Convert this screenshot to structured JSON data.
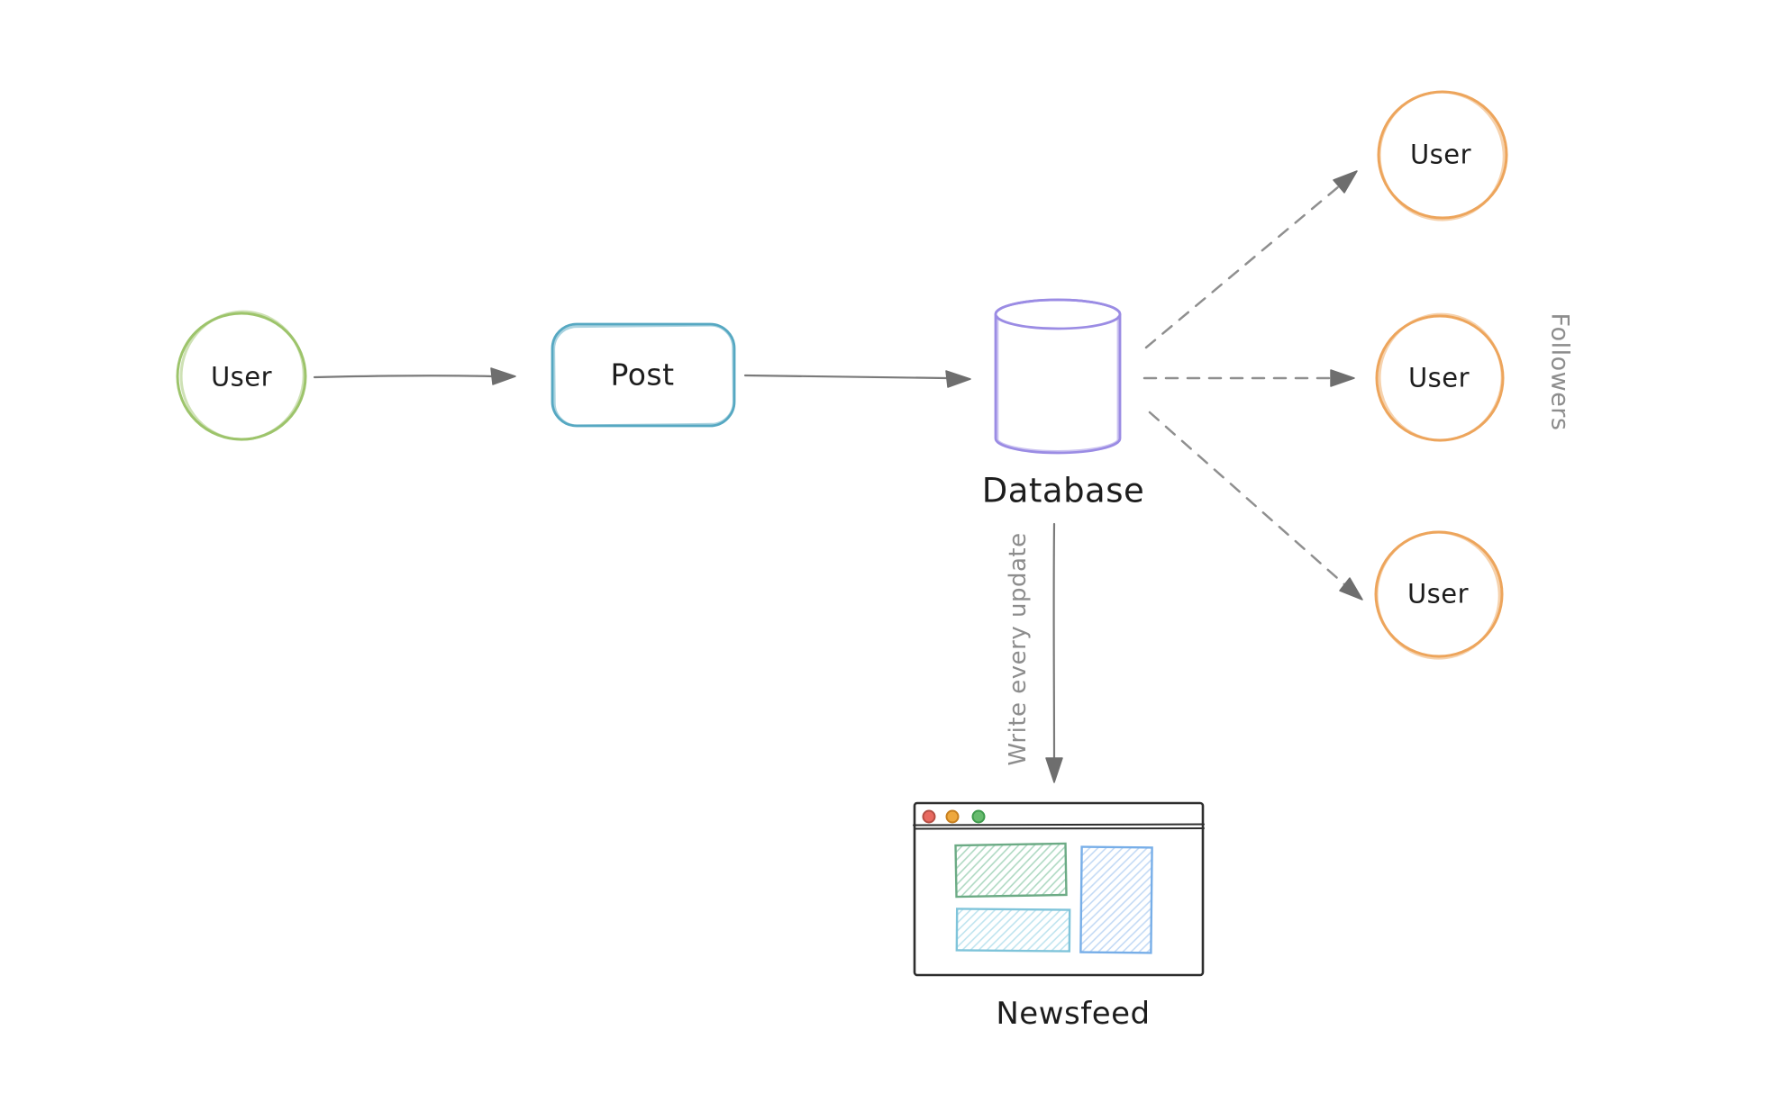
{
  "canvas": {
    "background": "#ffffff"
  },
  "nodes": {
    "source_user": {
      "label": "User",
      "shape": "circle",
      "color": "green"
    },
    "post": {
      "label": "Post",
      "shape": "rounded-rect",
      "color": "blue"
    },
    "database": {
      "label": "Database",
      "shape": "cylinder",
      "color": "purple"
    },
    "newsfeed": {
      "label": "Newsfeed",
      "shape": "browser-window"
    },
    "followers": [
      {
        "label": "User",
        "shape": "circle",
        "color": "orange"
      },
      {
        "label": "User",
        "shape": "circle",
        "color": "orange"
      },
      {
        "label": "User",
        "shape": "circle",
        "color": "orange"
      }
    ]
  },
  "annotations": {
    "followers_group": "Followers",
    "write_edge": "Write every update"
  },
  "edges": [
    {
      "from": "source_user",
      "to": "post",
      "style": "solid-arrow"
    },
    {
      "from": "post",
      "to": "database",
      "style": "solid-arrow"
    },
    {
      "from": "database",
      "to": "follower-1",
      "style": "dashed-arrow"
    },
    {
      "from": "database",
      "to": "follower-2",
      "style": "dashed-arrow"
    },
    {
      "from": "database",
      "to": "follower-3",
      "style": "dashed-arrow"
    },
    {
      "from": "database",
      "to": "newsfeed",
      "style": "solid-arrow",
      "label": "Write every update"
    }
  ],
  "colors": {
    "canvas-bg": "#ffffff",
    "ink": "#1d1d1d",
    "gray-text": "#8d8d8d",
    "arrow": "#7a7a7a",
    "dashed-arrow": "#8f8f8f",
    "arrowhead": "#6e6e6e",
    "green-stroke": "#9dc46b",
    "green-hatch": "#c9e2a6",
    "blue-stroke": "#56a8c2",
    "blue-hatch": "#a9dbe9",
    "purple-stroke": "#9b8ce4",
    "purple-hatch": "#cfc7f3",
    "orange-stroke": "#eda55c",
    "orange-hatch": "#f7ddb0",
    "frame": "#2e2e2e",
    "dot-red": "#e86960",
    "dot-red-ring": "#b44e44",
    "dot-orange": "#eea83e",
    "dot-orange-ring": "#c77f1f",
    "dot-green": "#67bb6e",
    "dot-green-ring": "#3f9b4d",
    "nf-green-stroke": "#6cab85",
    "nf-green-hatch": "#aed9c2",
    "nf-cyan-stroke": "#7fc4da",
    "nf-cyan-hatch": "#bfe4ef",
    "nf-blue-stroke": "#77aee8",
    "nf-blue-hatch": "#c3daf5"
  }
}
